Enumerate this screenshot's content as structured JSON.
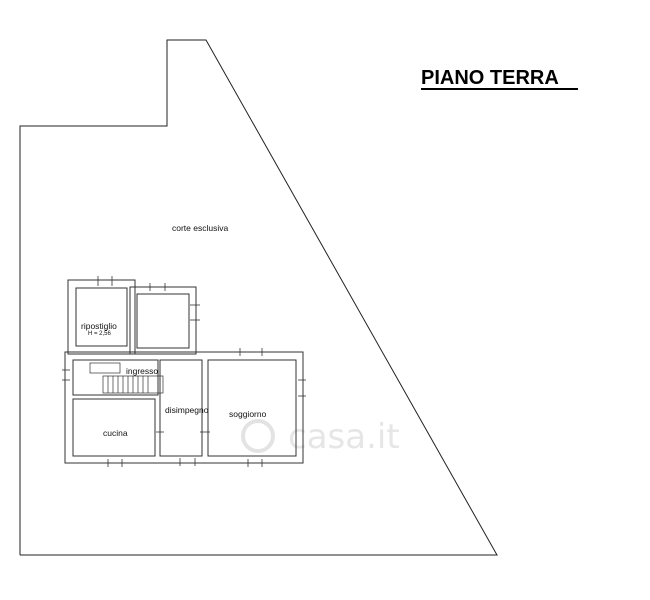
{
  "title": "PIANO TERRA",
  "labels": {
    "courtyard": "corte esclusiva",
    "storage": "ripostiglio",
    "storage_height": "H = 2,56",
    "entrance": "ingresso",
    "hallway": "disimpegno",
    "living_room": "soggiorno",
    "kitchen": "cucina"
  },
  "watermark": "casa.it"
}
